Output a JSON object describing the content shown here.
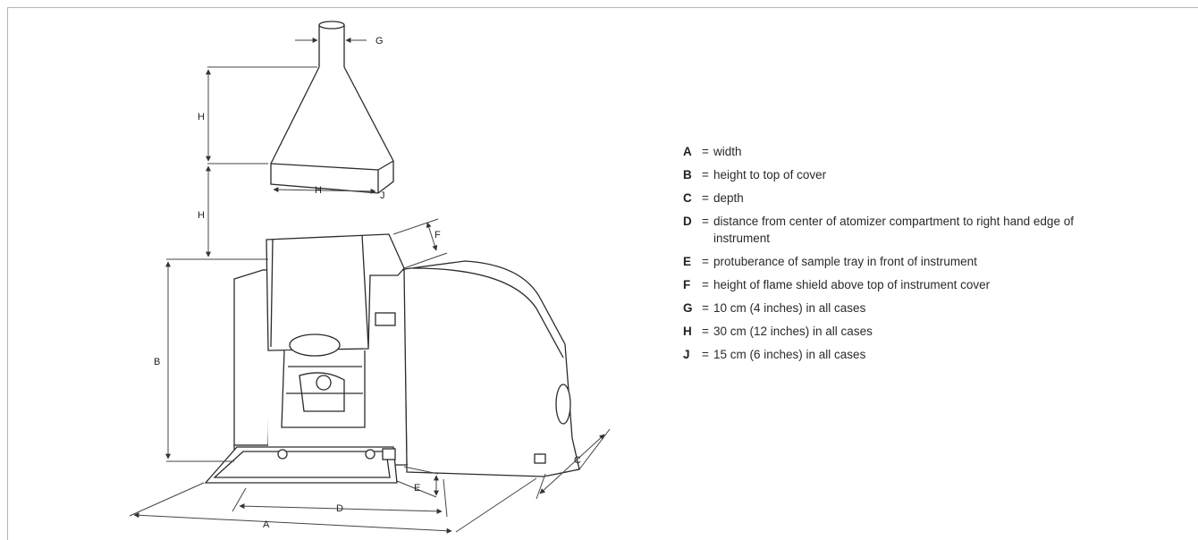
{
  "dimension_labels": {
    "G": "G",
    "H_upper": "H",
    "H_base": "H",
    "H_lower": "H",
    "J": "J",
    "F": "F",
    "B": "B",
    "C": "C",
    "E": "E",
    "D": "D",
    "A": "A"
  },
  "legend": [
    {
      "key": "A",
      "eq": "=",
      "desc": "width"
    },
    {
      "key": "B",
      "eq": "=",
      "desc": "height to top of cover"
    },
    {
      "key": "C",
      "eq": "=",
      "desc": "depth"
    },
    {
      "key": "D",
      "eq": "=",
      "desc": "distance from center of atomizer compartment to right hand edge of instrument"
    },
    {
      "key": "E",
      "eq": "=",
      "desc": "protuberance of sample tray in front of instrument"
    },
    {
      "key": "F",
      "eq": "=",
      "desc": "height of flame shield above top of instrument cover"
    },
    {
      "key": "G",
      "eq": "=",
      "desc": "10 cm (4 inches) in all cases"
    },
    {
      "key": "H",
      "eq": "=",
      "desc": "30 cm (12 inches) in all cases"
    },
    {
      "key": "J",
      "eq": "=",
      "desc": "15 cm (6 inches) in all cases"
    }
  ],
  "colors": {
    "line": "#2b2b2b",
    "dimension": "#444444",
    "frame": "#b5b5b5"
  }
}
